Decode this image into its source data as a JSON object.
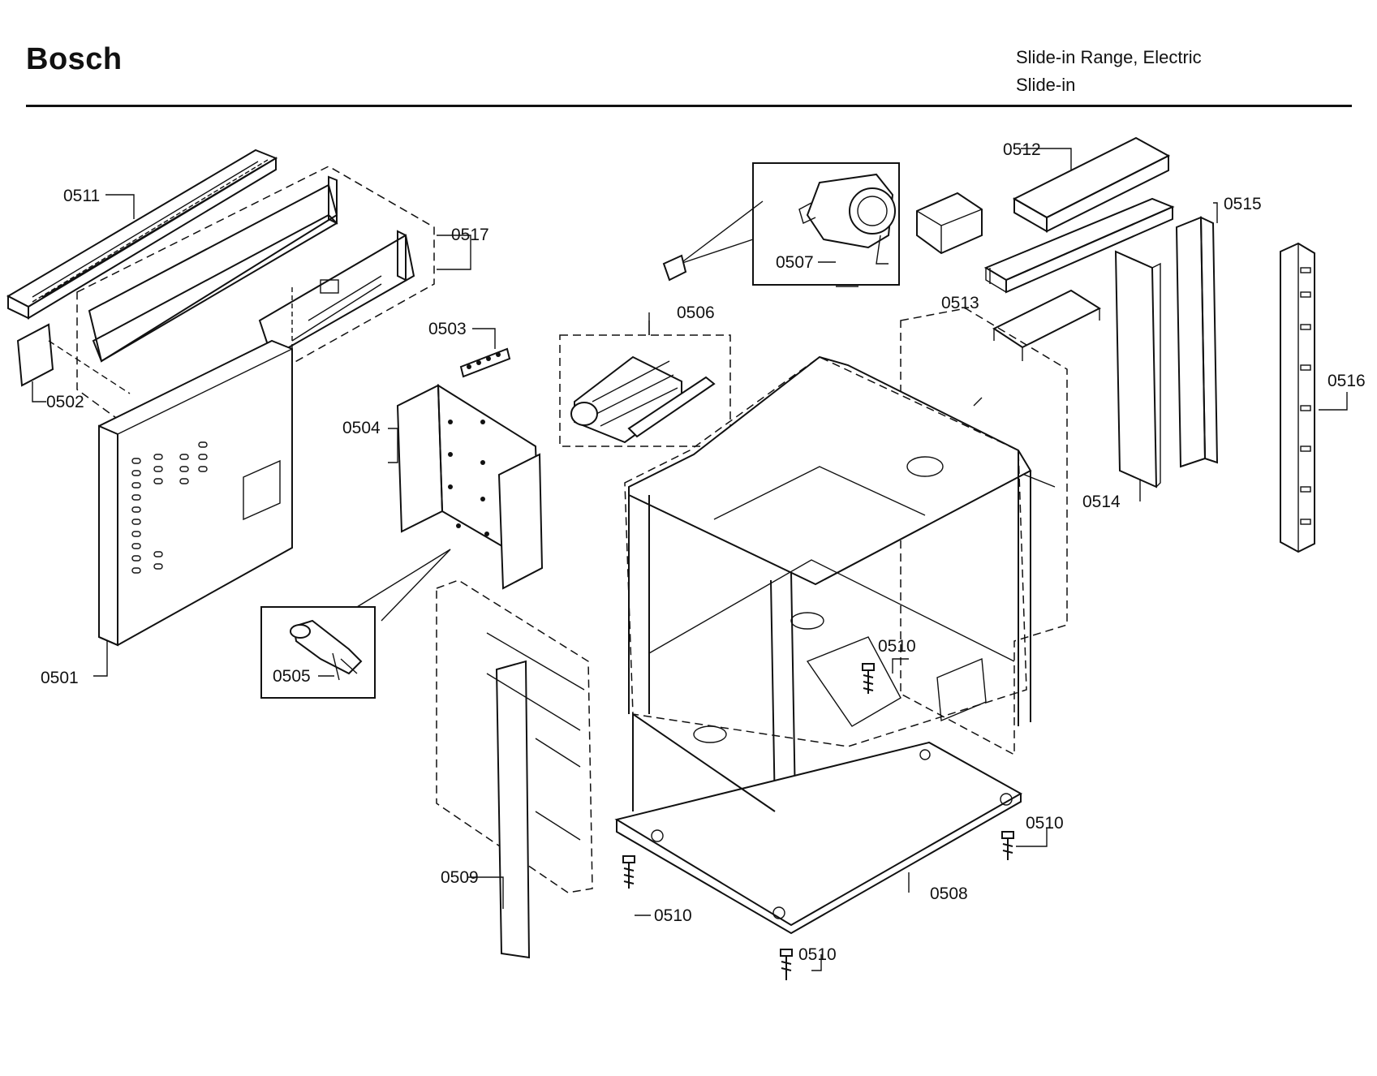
{
  "header": {
    "brand": "Bosch",
    "title_line1": "Slide-in Range, Electric",
    "title_line2": "Slide-in"
  },
  "callouts": {
    "p0501": "0501",
    "p0502": "0502",
    "p0503": "0503",
    "p0504": "0504",
    "p0505": "0505",
    "p0506": "0506",
    "p0507": "0507",
    "p0508": "0508",
    "p0509": "0509",
    "p0510a": "0510",
    "p0510b": "0510",
    "p0510c": "0510",
    "p0510d": "0510",
    "p0511": "0511",
    "p0512": "0512",
    "p0513": "0513",
    "p0514": "0514",
    "p0515": "0515",
    "p0516": "0516",
    "p0517": "0517"
  }
}
